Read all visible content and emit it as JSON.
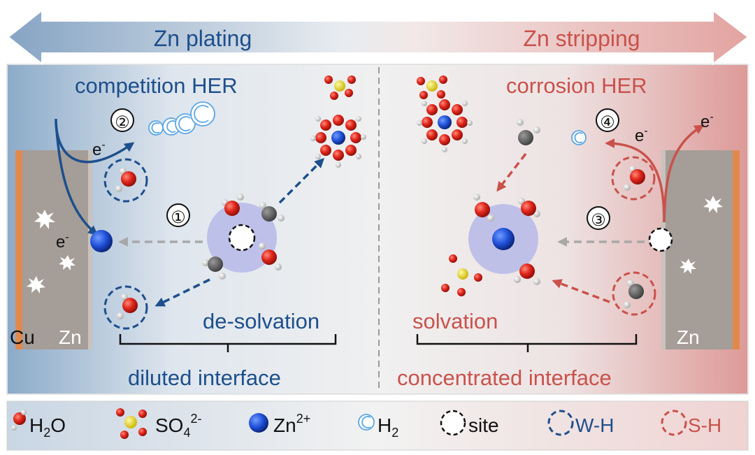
{
  "colors": {
    "blue": "#1d4f8c",
    "red": "#c9524b",
    "grey": "#9a9a9a",
    "zinc": "#a59d97",
    "copper": "#e0894e",
    "oxygen": "#e0261b",
    "hydrogen": "#e2e2e2",
    "sulfur": "#f2e012",
    "zinc-ion": "#1e4fd6",
    "h2-bubble": "#5aa6e6",
    "solvation-shell": "#b6b8e8"
  },
  "header": {
    "left_label": "Zn plating",
    "right_label": "Zn stripping"
  },
  "left": {
    "title": "competition HER",
    "step_2": "②",
    "step_1": "①",
    "electron_top": "e",
    "electron_bottom": "e",
    "electron_sup": "-",
    "electrode_cu": "Cu",
    "electrode_zn": "Zn",
    "process": "de-solvation",
    "interface": "diluted interface"
  },
  "right": {
    "title": "corrosion HER",
    "step_4": "④",
    "step_3": "③",
    "electron_mid": "e",
    "electron_top": "e",
    "electron_sup": "-",
    "electrode_zn": "Zn",
    "process": "solvation",
    "interface": "concentrated interface"
  },
  "legend": {
    "h2o": {
      "main": "H",
      "sub": "2",
      "tail": "O"
    },
    "so4": {
      "main": "SO",
      "sub": "4",
      "sup": "2-"
    },
    "zn": {
      "main": "Zn",
      "sup": "2+"
    },
    "h2": {
      "main": "H",
      "sub": "2"
    },
    "site": "site",
    "wh": "W-H",
    "sh": "S-H"
  }
}
